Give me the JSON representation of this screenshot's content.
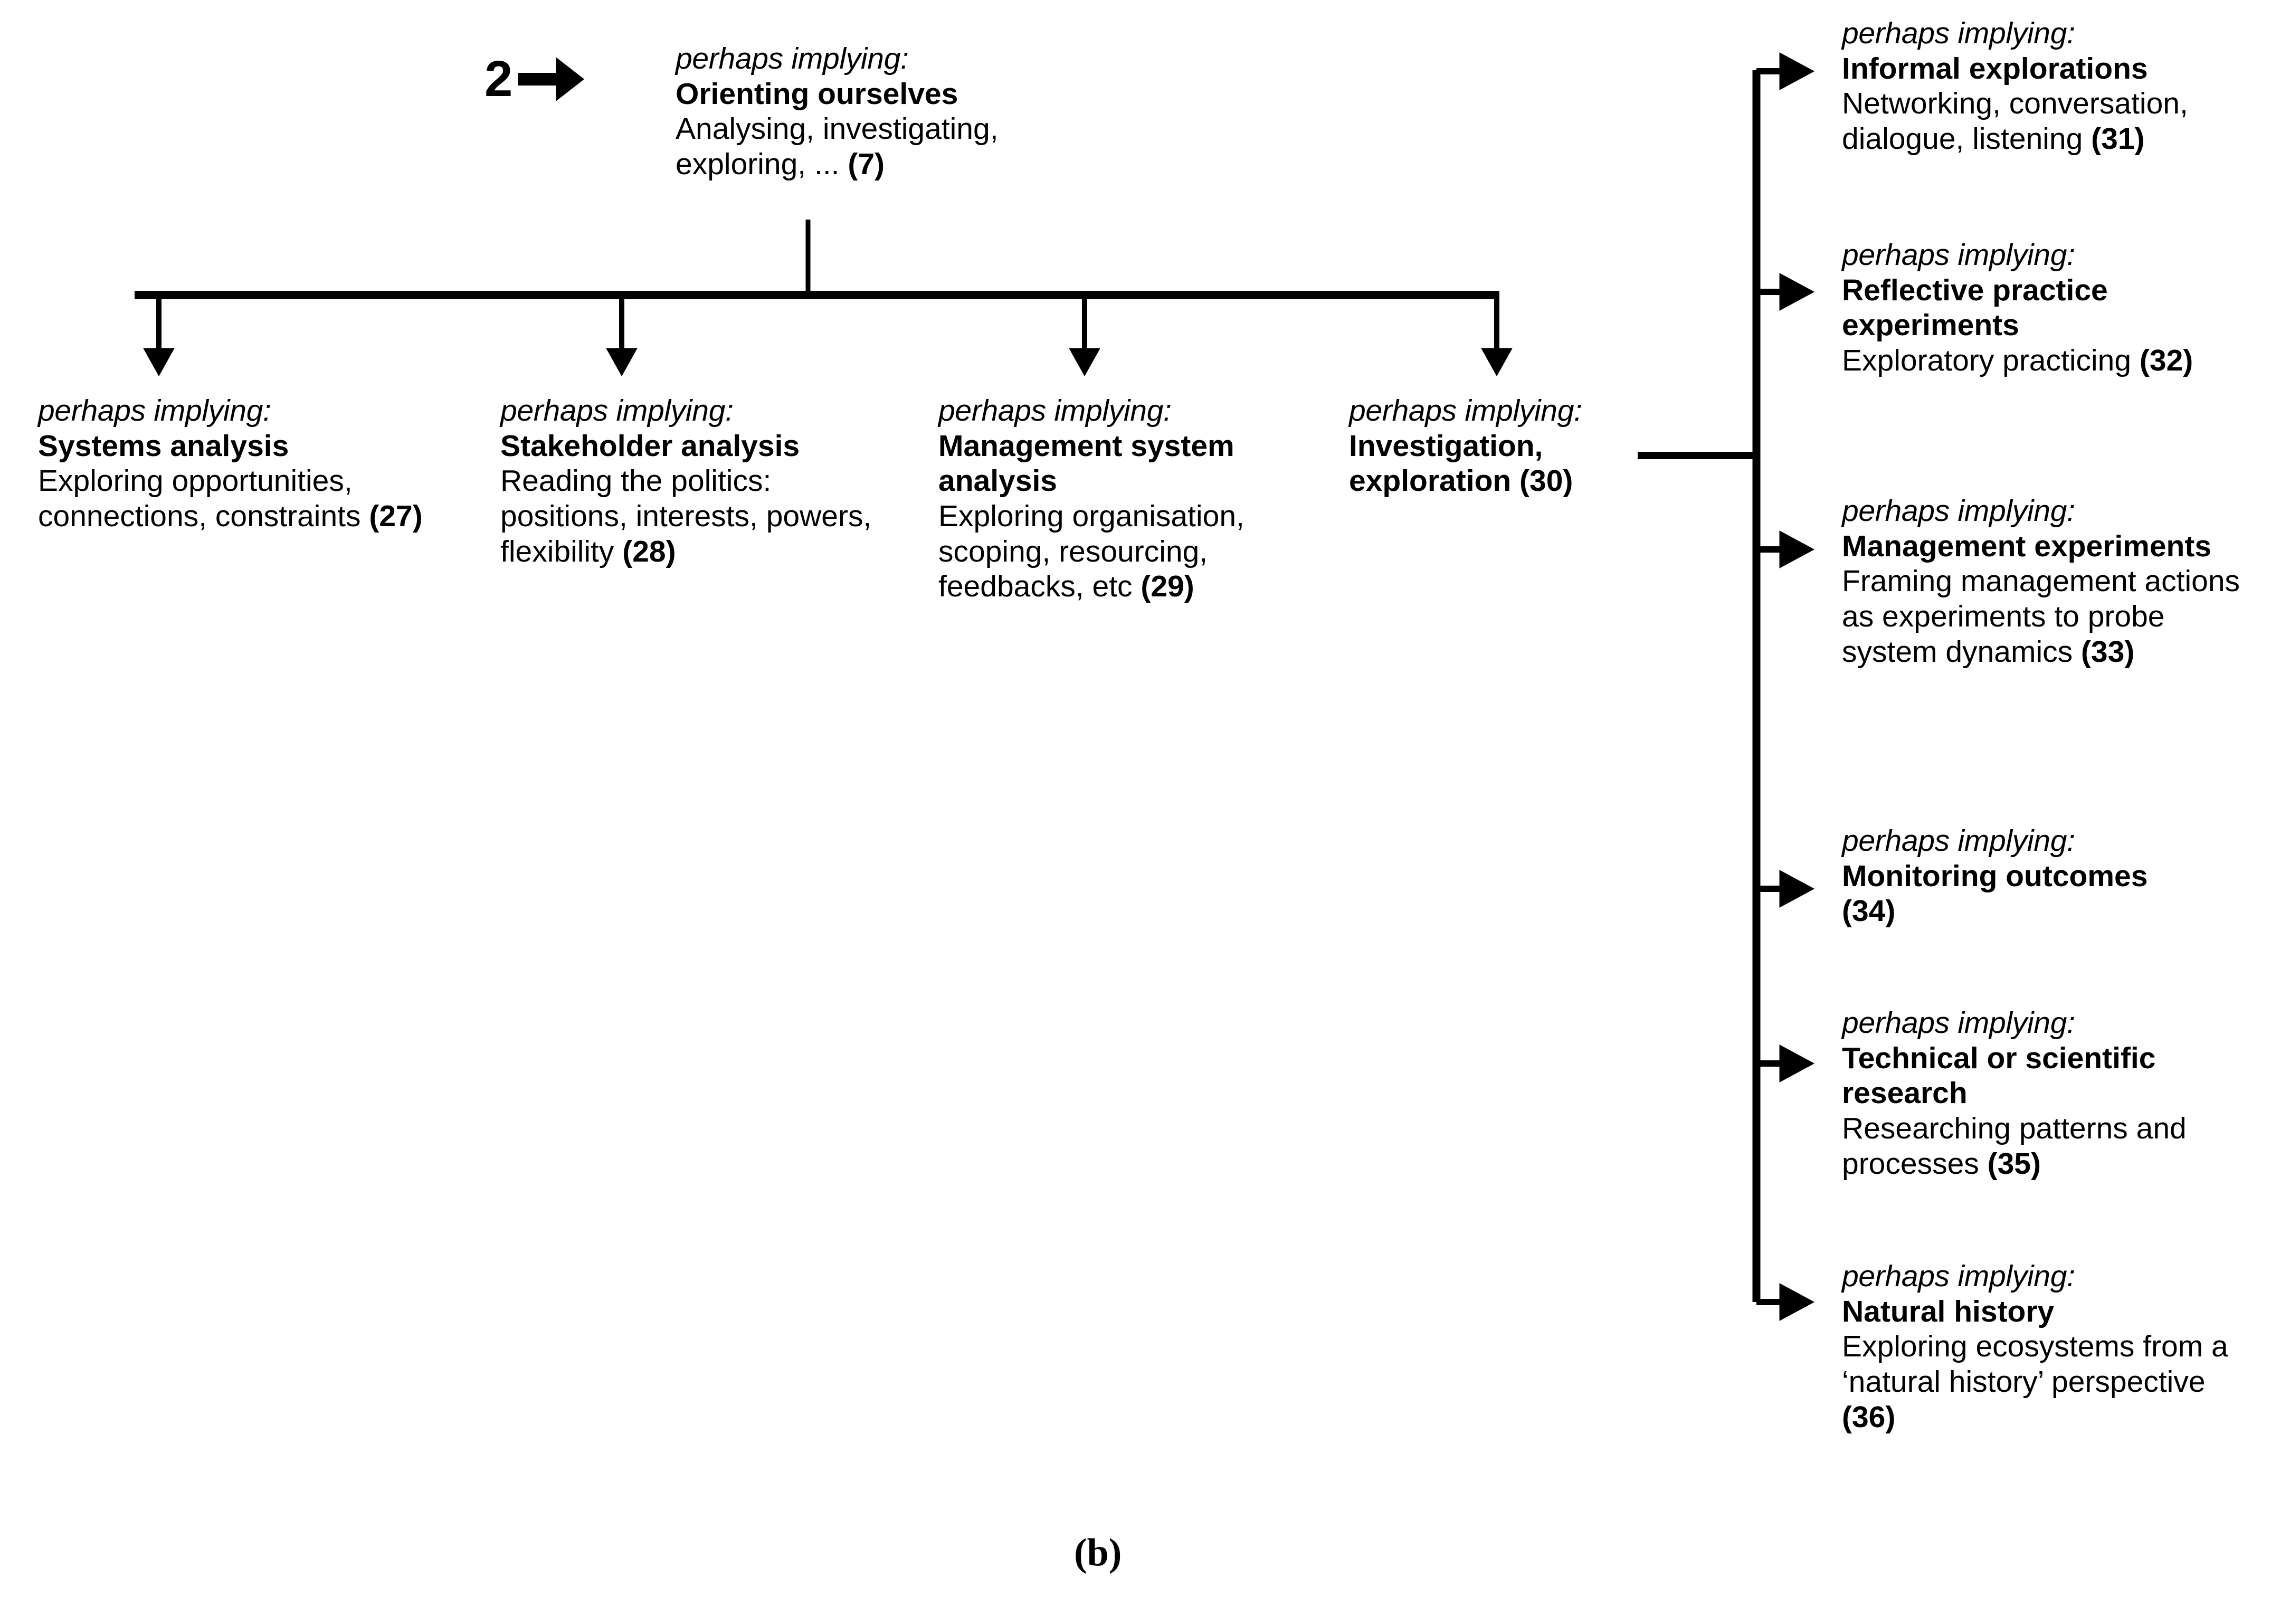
{
  "figure": {
    "caption": "(b)",
    "step_number": "2",
    "step_arrow_icon": "right-arrow-icon"
  },
  "implying_label": "perhaps implying:",
  "root": {
    "implying": "perhaps implying:",
    "title": "Orienting ourselves",
    "desc": "Analysing, investigating, exploring, ... ",
    "ref": "(7)"
  },
  "branches": [
    {
      "implying": "perhaps implying:",
      "title": "Systems analysis",
      "desc": "Exploring opportunities, connections, constraints ",
      "ref": "(27)"
    },
    {
      "implying": "perhaps implying:",
      "title": "Stakeholder analysis",
      "desc": "Reading the politics: positions, interests, powers, flexibility ",
      "ref": "(28)"
    },
    {
      "implying": "perhaps implying:",
      "title": "Management system analysis",
      "desc": "Exploring organisation, scoping, resourcing, feedbacks, etc  ",
      "ref": "(29)"
    },
    {
      "implying": "perhaps implying:",
      "title": "Investigation, exploration ",
      "desc": "",
      "ref": "(30)"
    }
  ],
  "subbranches": [
    {
      "implying": "perhaps implying:",
      "title": "Informal explorations",
      "desc": "Networking, conversation, dialogue, listening  ",
      "ref": "(31)"
    },
    {
      "implying": "perhaps implying:",
      "title": "Reflective practice experiments",
      "desc": "Exploratory practicing ",
      "ref": "(32)"
    },
    {
      "implying": "perhaps implying:",
      "title": "Management experiments",
      "desc": "Framing management actions as experiments to probe system dynamics ",
      "ref": "(33)"
    },
    {
      "implying": "perhaps implying:",
      "title": "Monitoring outcomes ",
      "desc": "",
      "ref": "(34)"
    },
    {
      "implying": "perhaps implying:",
      "title": "Technical or scientific research",
      "desc": "Researching patterns and processes ",
      "ref": "(35)"
    },
    {
      "implying": "perhaps implying:",
      "title": "Natural history",
      "desc": "Exploring ecosystems from a ‘natural history’ perspective ",
      "ref": "(36)"
    }
  ],
  "colors": {
    "ink": "#000000",
    "background": "#ffffff"
  }
}
